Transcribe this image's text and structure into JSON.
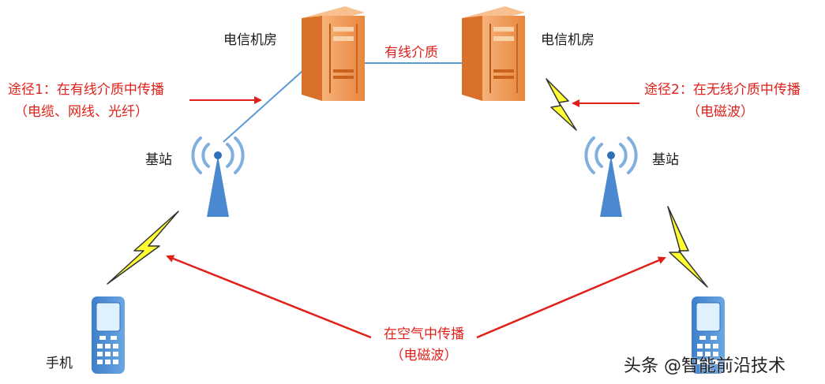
{
  "labels": {
    "server_left": "电信机房",
    "server_right": "电信机房",
    "wired_medium": "有线介质",
    "base_left": "基站",
    "base_right": "基站",
    "phone_left": "手机",
    "path1_line1": "途径1：在有线介质中传播",
    "path1_line2": "（电缆、网线、光纤）",
    "path2_line1": "途径2：在无线介质中传播",
    "path2_line2": "（电磁波）",
    "air_line1": "在空气中传播",
    "air_line2": "（电磁波）"
  },
  "watermark": "头条 @智能前沿技术",
  "colors": {
    "arrow_red": "#e0201a",
    "wire_blue": "#5b9bd5",
    "tower_blue": "#4a89d0",
    "server_orange": "#f0a060",
    "lightning_yellow": "#ffff33"
  },
  "icons": [
    "server-icon",
    "antenna-tower-icon",
    "lightning-bolt-icon",
    "mobile-phone-icon"
  ]
}
